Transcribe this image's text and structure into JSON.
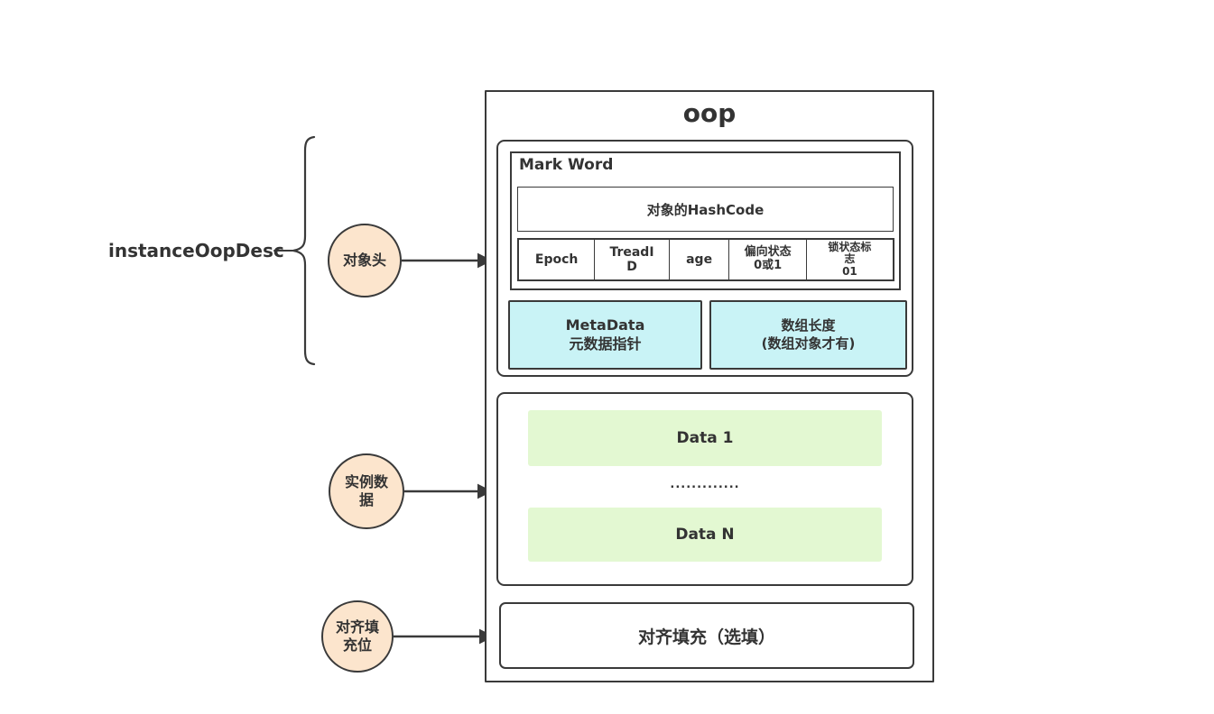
{
  "colors": {
    "border": "#3a3a3a",
    "cyan_fill": "#c9f3f6",
    "green_fill": "#e3f8d2",
    "peach_fill": "#fce5cd",
    "background": "#ffffff"
  },
  "left_panel": {
    "label": "instanceOopDesc"
  },
  "bubbles": {
    "object_header": "对象头",
    "instance_data": "实例数\n据",
    "align_padding": "对齐填\n充位"
  },
  "oop": {
    "title": "oop",
    "header": {
      "mark_word": {
        "title": "Mark Word",
        "hashcode": "对象的HashCode",
        "cells": [
          "Epoch",
          "TreadI\nD",
          "age",
          "偏向状态\n0或1",
          "锁状态标\n志\n01"
        ]
      },
      "metadata": "MetaData\n元数据指针",
      "array_length": "数组长度\n(数组对象才有)"
    },
    "instance": {
      "data_first": "Data 1",
      "ellipsis": ".............",
      "data_last": "Data N"
    },
    "padding_label": "对齐填充（选填）"
  }
}
